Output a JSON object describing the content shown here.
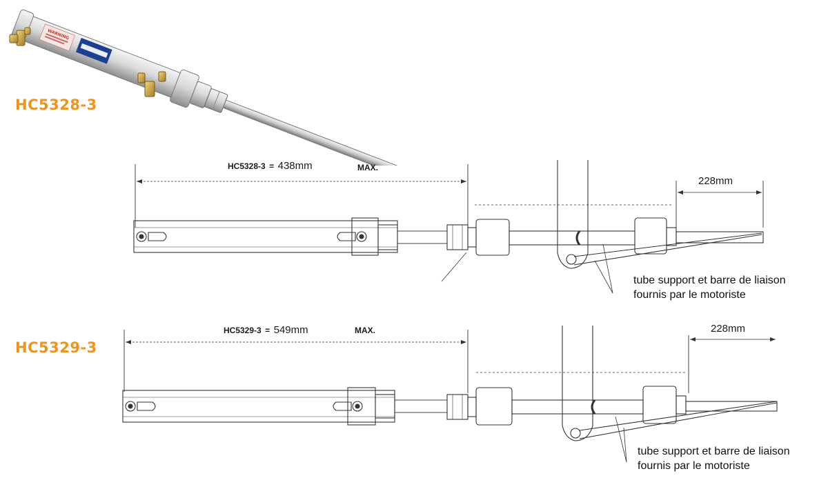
{
  "photo": {
    "model": "HC5328-3",
    "body_label": "WARNING"
  },
  "diagrams": [
    {
      "model": "HC5329-3",
      "code": "HC5328-3",
      "eq": "=",
      "length": "438mm",
      "max": "MAX.",
      "stroke": "228mm",
      "note_line1": "tube support et barre de liaison",
      "note_line2": "fournis par le motoriste"
    },
    {
      "code": "HC5329-3",
      "eq": "=",
      "length": "549mm",
      "max": "MAX.",
      "stroke": "228mm",
      "note_line1": "tube support et barre de liaison",
      "note_line2": "fournis par le motoriste"
    }
  ],
  "colors": {
    "model_label": "#f0921e",
    "line": "#333333"
  }
}
